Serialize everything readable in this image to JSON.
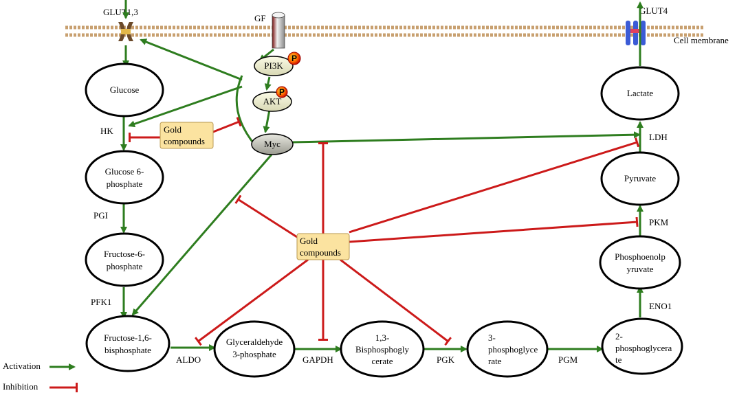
{
  "labels": {
    "glut13": "GLUT1,3",
    "gf": "GF",
    "glut4": "GLUT4",
    "cell_membrane": "Cell membrane",
    "hk": "HK",
    "pgi": "PGI",
    "pfk1": "PFK1",
    "aldo": "ALDO",
    "gapdh": "GAPDH",
    "pgk": "PGK",
    "pgm": "PGM",
    "eno1": "ENO1",
    "pkm": "PKM",
    "ldh": "LDH"
  },
  "signaling": {
    "pi3k": "PI3K",
    "akt": "AKT",
    "myc": "Myc",
    "phospho": "P"
  },
  "metabolites": {
    "glucose": "Glucose",
    "g6p": [
      "Glucose 6-",
      "phosphate"
    ],
    "f6p": [
      "Fructose-6-",
      "phosphate"
    ],
    "f16bp": [
      "Fructose-1,6-",
      "bisphosphate"
    ],
    "g3p": [
      "Glyceraldehyde",
      "3-phosphate"
    ],
    "bpg": [
      "1,3-",
      "Bisphosphogly",
      "cerate"
    ],
    "pg3": [
      "3-",
      "phosphoglyce",
      "rate"
    ],
    "pg2": [
      "2-",
      "phosphoglycera",
      "te"
    ],
    "pep": [
      "Phosphoenolp",
      "yruvate"
    ],
    "pyruvate": "Pyruvate",
    "lactate": "Lactate"
  },
  "gold": {
    "top": [
      "Gold",
      "compounds"
    ],
    "center": [
      "Gold",
      "compounds"
    ]
  },
  "legend": {
    "activation": "Activation",
    "inhibition": "Inhibition"
  },
  "colors": {
    "activation": "#2e7d1f",
    "inhibition": "#cc1a1a",
    "gold_box": "#fbe3a0"
  }
}
